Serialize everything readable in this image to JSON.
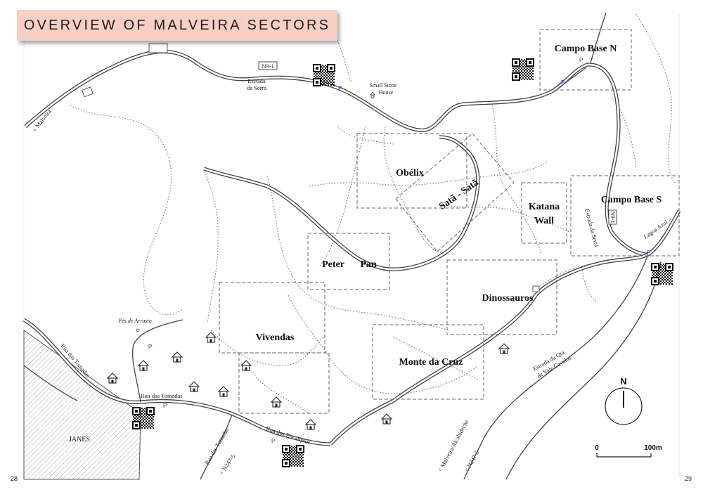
{
  "title": "OVERVIEW OF MALVEIRA SECTORS",
  "page_numbers": {
    "left": "28",
    "right": "29"
  },
  "sectors": {
    "campo_base_n": "Campo Base N",
    "obelix": "Obélix",
    "sata_sata": "Satã - Satã",
    "katana_line1": "Katana",
    "katana_line2": "Wall",
    "campo_base_s": "Campo Base S",
    "peter": "Peter",
    "pan": "Pan",
    "dinossauros": "Dinossauros",
    "vivendas": "Vivendas",
    "monte_da_cruz": "Monte da Cruz"
  },
  "labels": {
    "n9_1_sign": "N9-1",
    "n9_1_vertical": "N9-1",
    "estrada_da_serra_top_line1": "Estrada",
    "estrada_da_serra_top_line2": "da Serra",
    "small_stone_line1": "Small Stone",
    "small_stone_line2": "House",
    "to_malveira": "< Malveira",
    "estrada_da_serra_right": "Estrada da Serra",
    "lagoa_azul": "Lagoa Azul >",
    "pes_de_arrasto": "Pés de Arrasto",
    "rua_das_tomadas_left": "Rua das Tomadas",
    "rua_das_tomadas_center": "Rua das Tomadas",
    "rua_das_tomadas_bottom": "Rua das Tomadas",
    "rua_dos_eucaliptos": "Rua dos Eucaliptos",
    "n247_5_left": "< N247-5",
    "n247_5_right": "< N247-5",
    "malveira_alcabideche": "< Malveira/Alcabideche",
    "estrada_qta_line1": "Estrada da Qta",
    "estrada_qta_line2": "de Vale Cavalos",
    "janes": "JANES",
    "parking": "P"
  },
  "compass": {
    "label": "N"
  },
  "scale": {
    "start": "0",
    "end": "100m"
  }
}
